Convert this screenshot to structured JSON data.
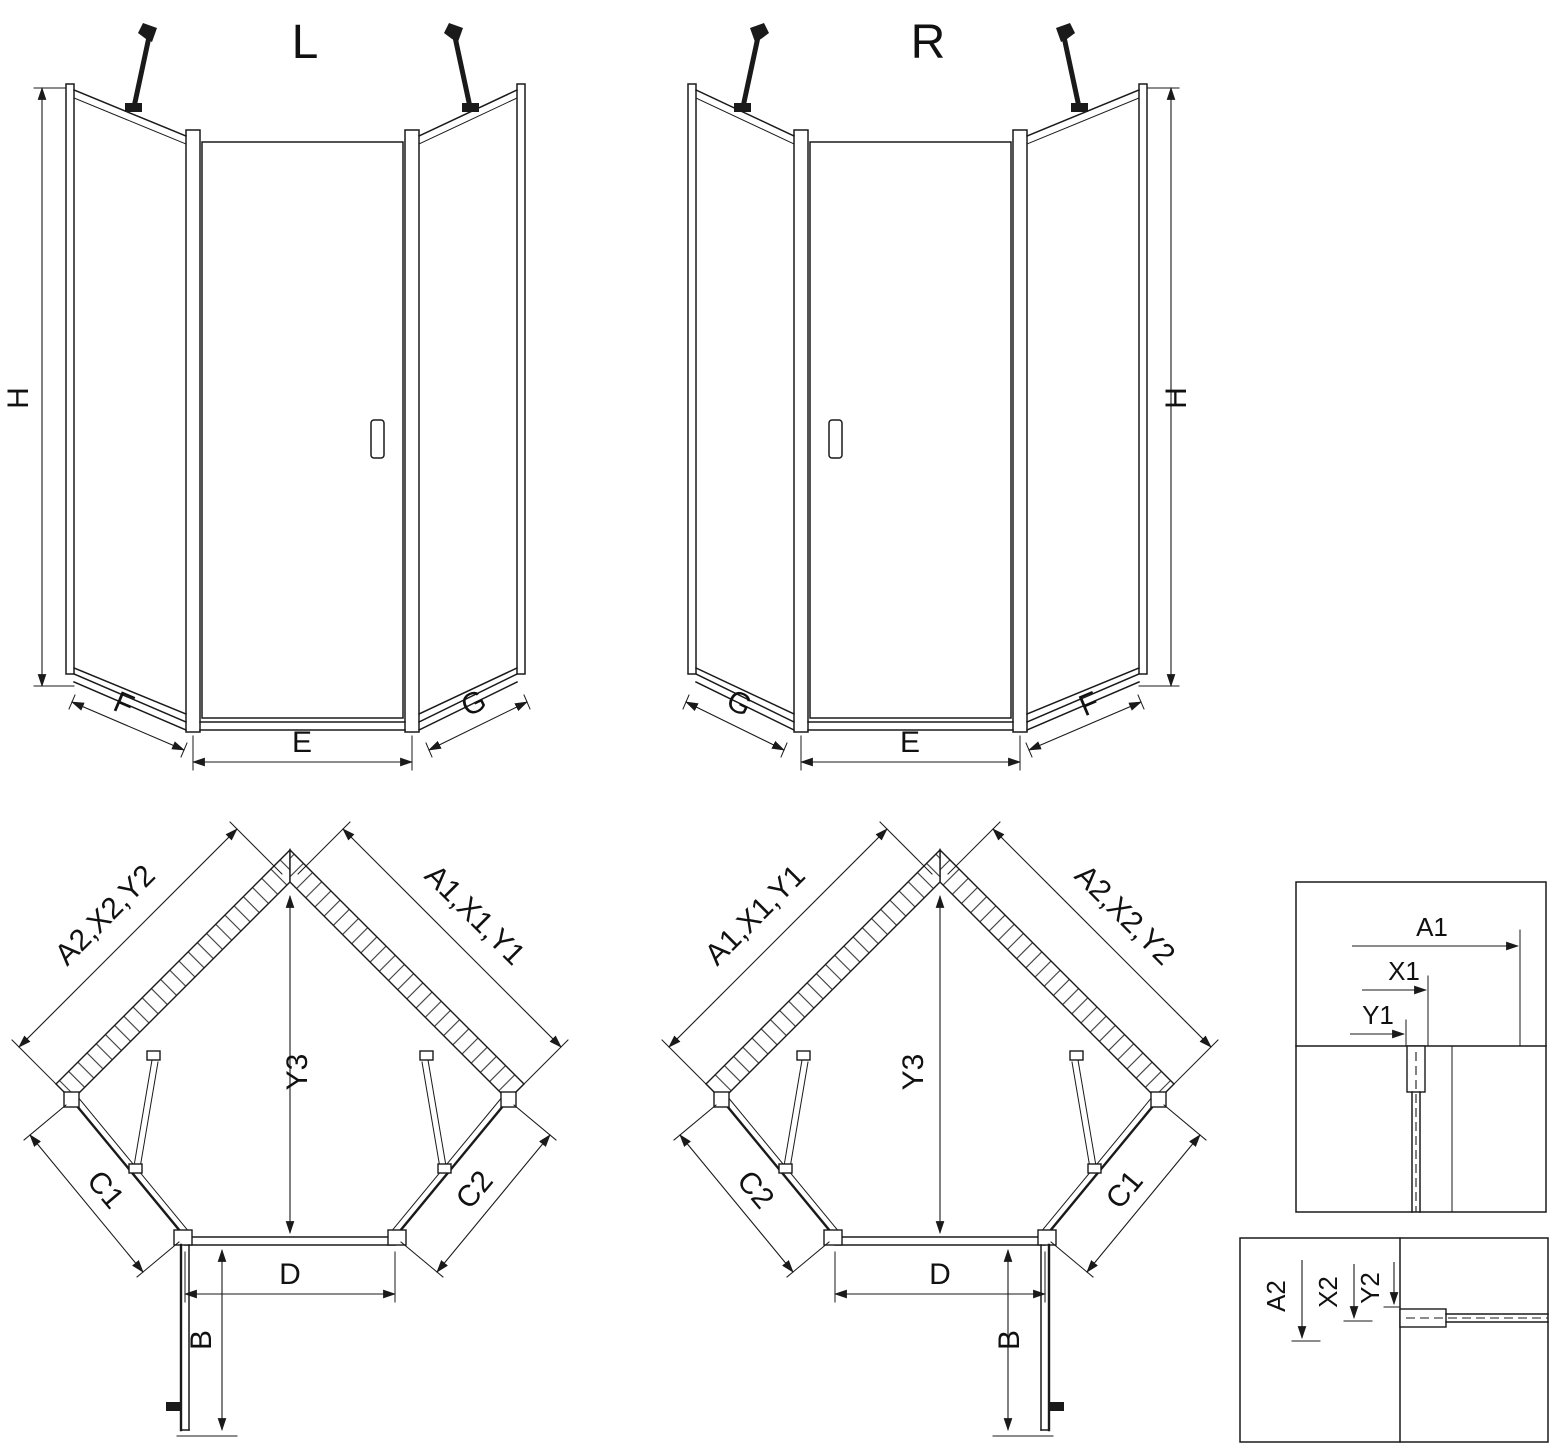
{
  "left_elevation": {
    "variant_label": "L",
    "dim_height": "H",
    "dim_side_left": "F",
    "dim_door_width": "E",
    "dim_side_right": "G"
  },
  "right_elevation": {
    "variant_label": "R",
    "dim_height": "H",
    "dim_side_left": "G",
    "dim_door_width": "E",
    "dim_side_right": "F"
  },
  "left_plan": {
    "dim_wall_left": "A2,X2,Y2",
    "dim_wall_right": "A1,X1,Y1",
    "dim_depth": "Y3",
    "dim_side_left": "C1",
    "dim_side_right": "C2",
    "dim_door_width": "D",
    "dim_door_open": "B"
  },
  "right_plan": {
    "dim_wall_left": "A1,X1,Y1",
    "dim_wall_right": "A2,X2,Y2",
    "dim_depth": "Y3",
    "dim_side_left": "C2",
    "dim_side_right": "C1",
    "dim_door_width": "D",
    "dim_door_open": "B"
  },
  "detail_top": {
    "dim_a": "A1",
    "dim_x": "X1",
    "dim_y": "Y1"
  },
  "detail_bottom": {
    "dim_a": "A2",
    "dim_x": "X2",
    "dim_y": "Y2"
  },
  "colors": {
    "line": "#1a1a1a",
    "background": "#ffffff"
  }
}
